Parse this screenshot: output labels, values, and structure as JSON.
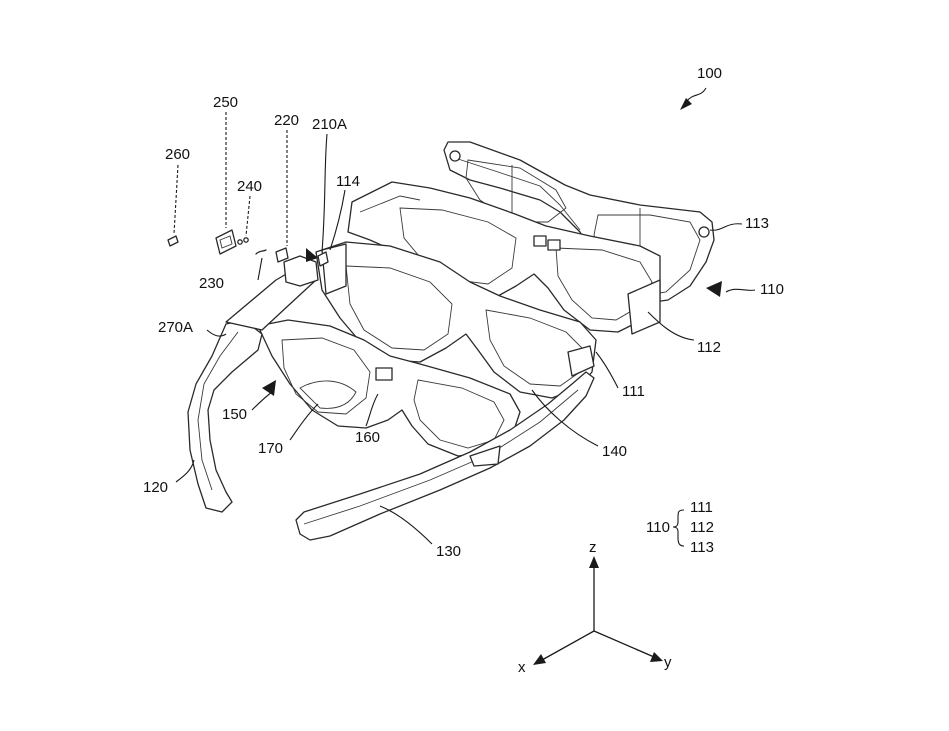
{
  "figure": {
    "ref_main": "100",
    "labels": {
      "l250": "250",
      "l220": "220",
      "l210A": "210A",
      "l260": "260",
      "l240": "240",
      "l114": "114",
      "l230": "230",
      "l113": "113",
      "l110": "110",
      "l270A": "270A",
      "l112": "112",
      "l150": "150",
      "l111": "111",
      "l170": "170",
      "l160": "160",
      "l140": "140",
      "l120": "120",
      "l130": "130"
    },
    "legend": {
      "group": "110",
      "items": [
        "111",
        "112",
        "113"
      ]
    },
    "axes": {
      "z": "z",
      "x": "x",
      "y": "y"
    }
  }
}
